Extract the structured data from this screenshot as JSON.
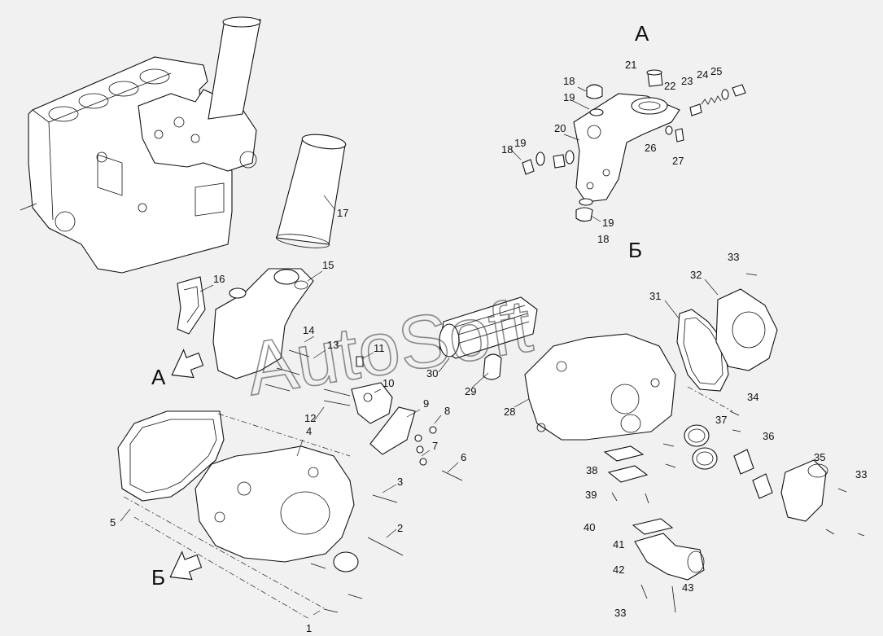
{
  "view_markers": {
    "a": "А",
    "b": "Б"
  },
  "watermark": "AutoSoft",
  "callouts": [
    "1",
    "2",
    "3",
    "4",
    "5",
    "6",
    "7",
    "8",
    "9",
    "10",
    "11",
    "12",
    "13",
    "14",
    "15",
    "16",
    "17",
    "18",
    "19",
    "20",
    "21",
    "22",
    "23",
    "24",
    "25",
    "26",
    "27",
    "28",
    "29",
    "30",
    "31",
    "32",
    "33",
    "34",
    "35",
    "36",
    "37",
    "38",
    "39",
    "40",
    "41",
    "42",
    "43"
  ],
  "colors": {
    "background": "#f1f1f1",
    "line": "#111111"
  }
}
